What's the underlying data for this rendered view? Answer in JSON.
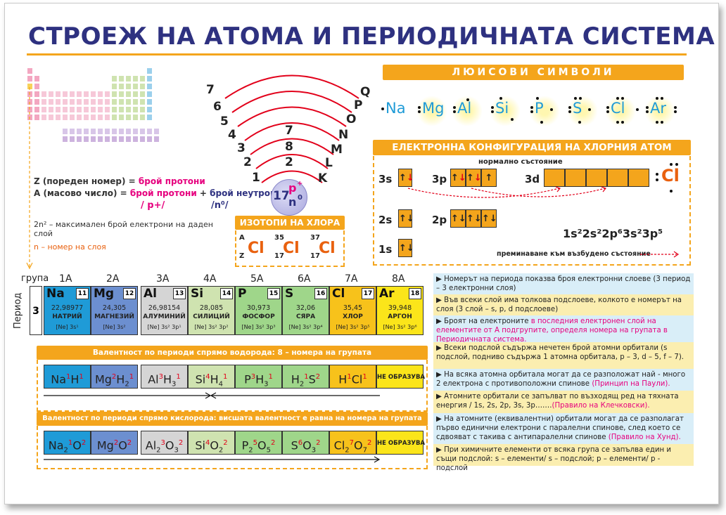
{
  "title": "СТРОЕЖ НА АТОМА И ПЕРИОДИЧНАТА СИСТЕМА",
  "formulas": {
    "z_line": {
      "lhs": "Z (пореден номер) = ",
      "rhs": "брой протони"
    },
    "a_line": {
      "lhs": "A (масово число) = ",
      "p": "брой протони",
      "plus": " + ",
      "n": "брой неутрони"
    },
    "p_sym": "/ p+/",
    "n_sym": "/n⁰/",
    "rule_2n2": "2n² – максимален брой електрони на даден слой",
    "rule_n": "n – номер на слоя"
  },
  "atom": {
    "shell_numbers_left": [
      "7",
      "6",
      "5",
      "4",
      "3",
      "2",
      "1"
    ],
    "shell_letters_right": [
      "Q",
      "P",
      "O",
      "N",
      "M",
      "L",
      "K"
    ],
    "electron_counts": [
      "7",
      "8",
      "2"
    ],
    "nucleus": {
      "z": "17",
      "p": "p",
      "p_sup": "+",
      "n": "n",
      "n_sup": "0"
    }
  },
  "isotopes": {
    "heading": "ИЗОТОПИ НА ХЛОРА",
    "items": [
      {
        "a": "A",
        "z": "Z",
        "sym": "Cl"
      },
      {
        "a": "35",
        "z": "17",
        "sym": "Cl"
      },
      {
        "a": "37",
        "z": "17",
        "sym": "Cl"
      }
    ]
  },
  "lewis": {
    "heading": "ЛЮИСОВИ СИМВОЛИ",
    "symbols": [
      "Na",
      "Mg",
      "Al",
      "Si",
      "P",
      "S",
      "Cl",
      "Ar"
    ]
  },
  "configuration": {
    "heading": "ЕЛЕКТРОННА КОНФИГУРАЦИЯ НА ХЛОРНИЯ АТОМ",
    "normal_state": "нормално състояние",
    "labels": [
      "3s",
      "3p",
      "3d",
      "2s",
      "2p",
      "1s"
    ],
    "formula": "1s²2s²2p⁶3s²3p⁵",
    "excited_note": "преминаване към възбудено състояние",
    "cl_symbol": "Cl",
    "arrow_up": "↑",
    "arrow_down": "↓",
    "arrow_pair": "↑↓"
  },
  "group_row": {
    "group_word": "група",
    "period_word": "Период",
    "period_num": "3",
    "groups": [
      "1A",
      "2A",
      "3A",
      "4A",
      "5A",
      "6A",
      "7A",
      "8A"
    ],
    "elements": [
      {
        "sym": "Na",
        "num": "11",
        "mass": "22,98977",
        "name": "НАТРИЙ",
        "cfg": "[Ne] 3s¹",
        "color": "#1f9bd7"
      },
      {
        "sym": "Mg",
        "num": "12",
        "mass": "24,305",
        "name": "МАГНЕЗИЙ",
        "cfg": "[Ne] 3s²",
        "color": "#6c8fd0"
      },
      {
        "sym": "Al",
        "num": "13",
        "mass": "26,98154",
        "name": "АЛУМИНИЙ",
        "cfg": "[Ne] 3s² 3p¹",
        "color": "#d5d5d5"
      },
      {
        "sym": "Si",
        "num": "14",
        "mass": "28,085",
        "name": "СИЛИЦИЙ",
        "cfg": "[Ne] 3s² 3p²",
        "color": "#cfe3b0"
      },
      {
        "sym": "P",
        "num": "15",
        "mass": "30,973",
        "name": "ФОСФОР",
        "cfg": "[Ne] 3s² 3p³",
        "color": "#9fd68a"
      },
      {
        "sym": "S",
        "num": "16",
        "mass": "32,06",
        "name": "СЯРА",
        "cfg": "[Ne] 3s² 3p⁴",
        "color": "#9fd68a"
      },
      {
        "sym": "Cl",
        "num": "17",
        "mass": "35,45",
        "name": "ХЛОР",
        "cfg": "[Ne] 3s² 3p⁵",
        "color": "#f7c21b"
      },
      {
        "sym": "Ar",
        "num": "18",
        "mass": "39,948",
        "name": "АРГОН",
        "cfg": "[Ne] 3s² 3p⁶",
        "color": "#fbe51a"
      }
    ]
  },
  "valence_h": {
    "heading": "Валентност по периоди спрямо водорода: 8 – номера на групата",
    "no_compound": "НЕ ОБРАЗУВА"
  },
  "valence_o": {
    "heading": "Валентност по периоди спрямо кислорода: висшата валентност е равна на номера на групата",
    "no_compound": "НЕ ОБРАЗУВА"
  },
  "notes": [
    {
      "a": "Номерът на периода показва броя електронни слоеве (3 период – 3 електронни слоя)"
    },
    {
      "a": "Във всеки слой има толкова подслоеве, колкото е номерът на слоя (3 слой – s, p, d подслоеве)"
    },
    {
      "a": "Броят на електроните ",
      "h": "в последния електронен слой на елементите от А подгрупите, определя номера на групата в Периодичната система."
    },
    {
      "a": "Всеки подслой съдържа нечетен брой атомни орбитали (s подслой, подниво съдържа 1 атомна орбитала, p – 3, d – 5, f – 7)."
    },
    {
      "a": "На всяка атомна орбитала могат да се разположат най - много 2 електрона с противоположни спинове ",
      "h": "(Принцип на Паули)."
    },
    {
      "a": "Атомните орбитали се запълват по възходящ ред на тяхната енергия / 1s, 2s, 2p, 3s, 3p…….",
      "h": "(Правило на Клечковски)."
    },
    {
      "a": "На атомните (еквивалентни) орбитали могат да се разполагат първо единични електрони с паралелни спинове, след което се сдвояват с такива с антипаралелни спинове ",
      "h": "(Правило на Хунд)."
    },
    {
      "a": "При химичните елементи от всяка група се запълва един и същи подслой: s – елементи/ s – подслой; p – елементи/ p - подслой"
    }
  ],
  "colors": {
    "accent": "#f4a51c",
    "title": "#2e3180",
    "highlight": "#e6007e"
  }
}
